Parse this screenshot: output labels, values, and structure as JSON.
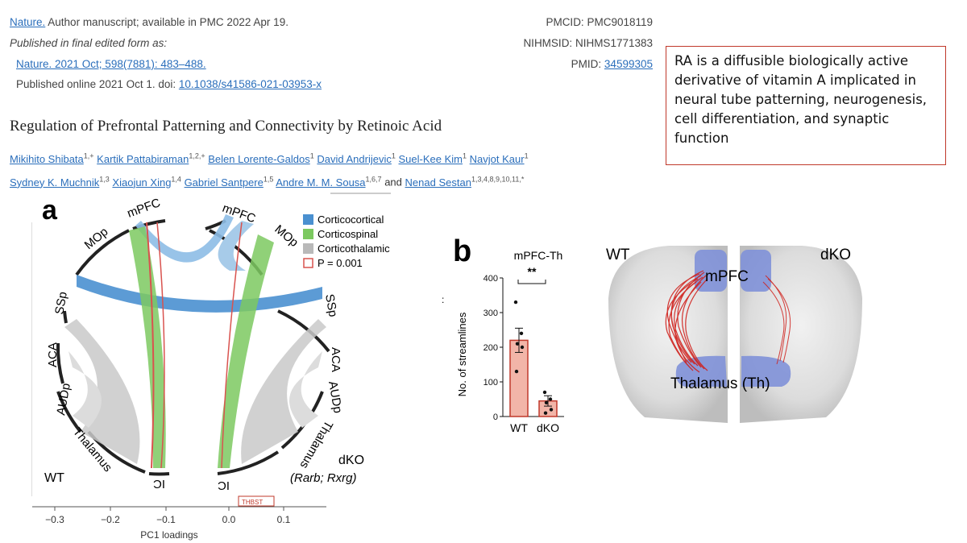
{
  "header": {
    "journal_link": "Nature.",
    "availability": " Author manuscript; available in PMC 2022 Apr 19.",
    "published_final": "Published in final edited form as:",
    "citation_link": "Nature. 2021 Oct; 598(7881): 483–488.",
    "published_online_prefix": "Published online 2021 Oct 1. doi: ",
    "doi_link": "10.1038/s41586-021-03953-x",
    "pmcid": "PMCID: PMC9018119",
    "nihmsid": "NIHMSID: NIHMS1771383",
    "pmid_label": "PMID: ",
    "pmid_link": "34599305"
  },
  "callout_text": "RA is a diffusible biologically active derivative of vitamin A implicated in neural tube patterning, neurogenesis, cell differentiation, and synaptic function",
  "article_title": "Regulation of Prefrontal Patterning and Connectivity by Retinoic Acid",
  "authors": [
    {
      "name": "Mikihito Shibata",
      "sup": "1,+"
    },
    {
      "name": "Kartik Pattabiraman",
      "sup": "1,2,+"
    },
    {
      "name": "Belen Lorente-Galdos",
      "sup": "1"
    },
    {
      "name": "David Andrijevic",
      "sup": "1"
    },
    {
      "name": "Suel-Kee Kim",
      "sup": "1"
    },
    {
      "name": "Navjot Kaur",
      "sup": "1"
    },
    {
      "name": "Sydney K. Muchnik",
      "sup": "1,3"
    },
    {
      "name": "Xiaojun Xing",
      "sup": "1,4"
    },
    {
      "name": "Gabriel Santpere",
      "sup": "1,5"
    },
    {
      "name": "Andre M. M. Sousa",
      "sup": "1,6,7"
    },
    {
      "name": "Nenad Sestan",
      "sup": "1,3,4,8,9,10,11,*"
    }
  ],
  "authors_and": "and",
  "panel_a": {
    "letter": "a",
    "legend": [
      "Corticocortical",
      "Corticospinal",
      "Corticothalamic",
      "P = 0.001"
    ],
    "legend_colors": [
      "#4a90d0",
      "#7cc960",
      "#b9b9b9",
      "#d9534f"
    ],
    "left_labels": [
      "mPFC",
      "MOp",
      "SSp",
      "ACA",
      "AUDp",
      "Thalamus",
      "IC"
    ],
    "right_labels": [
      "mPFC",
      "MOp",
      "SSp",
      "ACA",
      "AUDp",
      "Thalamus",
      "IC"
    ],
    "wt_label": "WT",
    "dko_label": "dKO",
    "dko_genes": "(Rarb; Rxrg)",
    "hidden_box_text": "THBST",
    "axis_ticks": [
      "−0.3",
      "−0.2",
      "−0.1",
      "0.0",
      "0.1"
    ],
    "axis_label": "PC1 loadings"
  },
  "panel_b": {
    "letter": "b",
    "chart_title": "mPFC-Th",
    "significance": "**",
    "ylabel": "No. of streamlines",
    "yticks": [
      "400",
      "300",
      "200",
      "100",
      "0"
    ],
    "left_mark": ":",
    "wt_label": "WT",
    "dko_label": "dKO",
    "mpfc_label": "mPFC",
    "thalamus_label": "Thalamus (Th)"
  },
  "chart_data": {
    "type": "bar",
    "title": "mPFC-Th",
    "categories": [
      "WT",
      "dKO"
    ],
    "values": [
      220,
      45
    ],
    "errors": [
      35,
      15
    ],
    "points": [
      [
        330,
        240,
        210,
        200,
        130
      ],
      [
        70,
        50,
        40,
        20,
        10
      ]
    ],
    "xlabel": "",
    "ylabel": "No. of streamlines",
    "ylim": [
      0,
      400
    ],
    "bar_fill": "#f2b5a8",
    "bar_stroke": "#c0392b"
  }
}
